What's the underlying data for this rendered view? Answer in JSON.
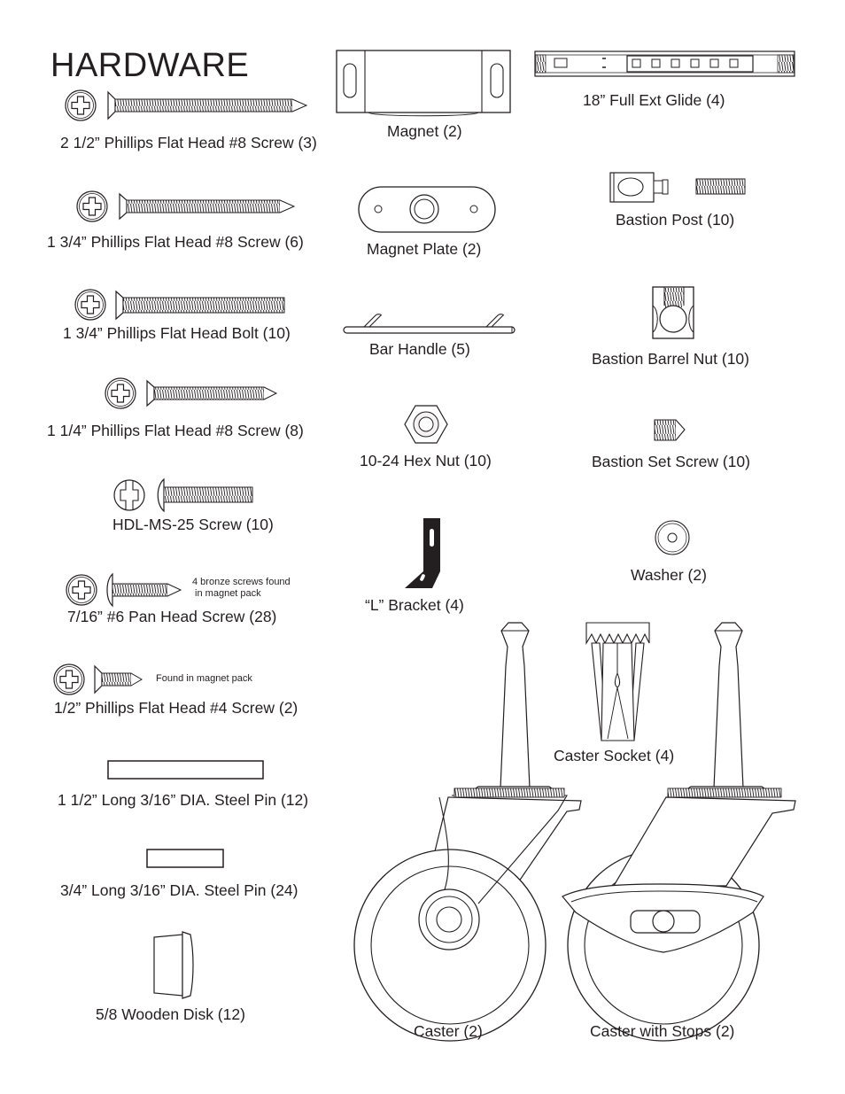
{
  "title": "HARDWARE",
  "items": [
    {
      "id": "flat-screw-2-5",
      "icon": "phillips-flat-head-screw-icon",
      "label": "2 1/2” Phillips Flat Head #8 Screw (3)"
    },
    {
      "id": "flat-screw-1-75",
      "icon": "phillips-flat-head-screw-icon",
      "label": "1 3/4” Phillips Flat Head #8 Screw (6)"
    },
    {
      "id": "flat-bolt-1-75",
      "icon": "phillips-flat-head-bolt-icon",
      "label": "1 3/4” Phillips Flat Head Bolt (10)"
    },
    {
      "id": "flat-screw-1-25",
      "icon": "phillips-flat-head-screw-icon",
      "label": "1 1/4” Phillips Flat Head #8 Screw (8)"
    },
    {
      "id": "hdl-ms-25",
      "icon": "machine-screw-icon",
      "label": "HDL-MS-25 Screw (10)"
    },
    {
      "id": "pan-head-screw",
      "icon": "pan-head-screw-icon",
      "label": "7/16” #6 Pan Head Screw (28)",
      "note": "4 bronze screws found\n in magnet pack"
    },
    {
      "id": "flat-screw-half",
      "icon": "phillips-flat-head-screw-icon",
      "label": "1/2” Phillips Flat Head #4 Screw (2)",
      "note": "Found in magnet pack"
    },
    {
      "id": "steel-pin-long",
      "icon": "steel-pin-icon",
      "label": "1 1/2” Long 3/16” DIA. Steel Pin (12)"
    },
    {
      "id": "steel-pin-short",
      "icon": "steel-pin-icon",
      "label": "3/4” Long 3/16” DIA. Steel Pin (24)"
    },
    {
      "id": "wooden-disk",
      "icon": "wooden-disk-icon",
      "label": "5/8 Wooden Disk (12)"
    },
    {
      "id": "magnet",
      "icon": "magnet-icon",
      "label": "Magnet (2)"
    },
    {
      "id": "magnet-plate",
      "icon": "magnet-plate-icon",
      "label": "Magnet Plate (2)"
    },
    {
      "id": "bar-handle",
      "icon": "bar-handle-icon",
      "label": "Bar Handle (5)"
    },
    {
      "id": "hex-nut",
      "icon": "hex-nut-icon",
      "label": "10-24 Hex Nut (10)"
    },
    {
      "id": "l-bracket",
      "icon": "l-bracket-icon",
      "label": "“L” Bracket (4)"
    },
    {
      "id": "glide",
      "icon": "drawer-glide-icon",
      "label": "18” Full Ext Glide (4)"
    },
    {
      "id": "bastion-post",
      "icon": "bastion-post-icon",
      "label": "Bastion Post (10)"
    },
    {
      "id": "barrel-nut",
      "icon": "barrel-nut-icon",
      "label": "Bastion Barrel Nut (10)"
    },
    {
      "id": "set-screw",
      "icon": "set-screw-icon",
      "label": "Bastion Set Screw (10)"
    },
    {
      "id": "washer",
      "icon": "washer-icon",
      "label": "Washer (2)"
    },
    {
      "id": "caster-socket",
      "icon": "caster-socket-icon",
      "label": "Caster Socket (4)"
    },
    {
      "id": "caster",
      "icon": "caster-icon",
      "label": "Caster (2)"
    },
    {
      "id": "caster-stops",
      "icon": "caster-with-stops-icon",
      "label": "Caster with Stops (2)"
    }
  ],
  "colors": {
    "ink": "#231f20",
    "fill": "#f4f2f2",
    "background": "#ffffff"
  }
}
